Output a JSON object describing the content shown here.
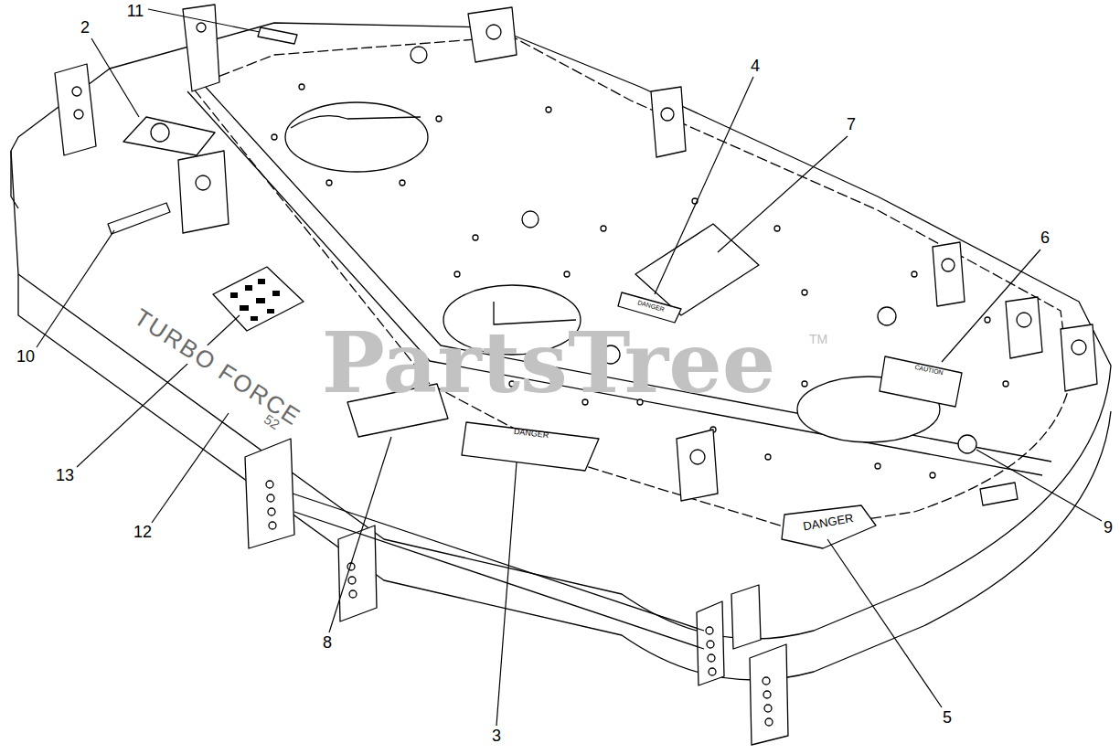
{
  "diagram": {
    "labels": [
      "11",
      "2",
      "4",
      "7",
      "6",
      "10",
      "13",
      "12",
      "8",
      "3",
      "5",
      "9",
      "TURBO FORCE",
      "52",
      "DANGER",
      "DANGER",
      "DANGER",
      "CAUTION",
      "PartsTree",
      "TM"
    ]
  }
}
